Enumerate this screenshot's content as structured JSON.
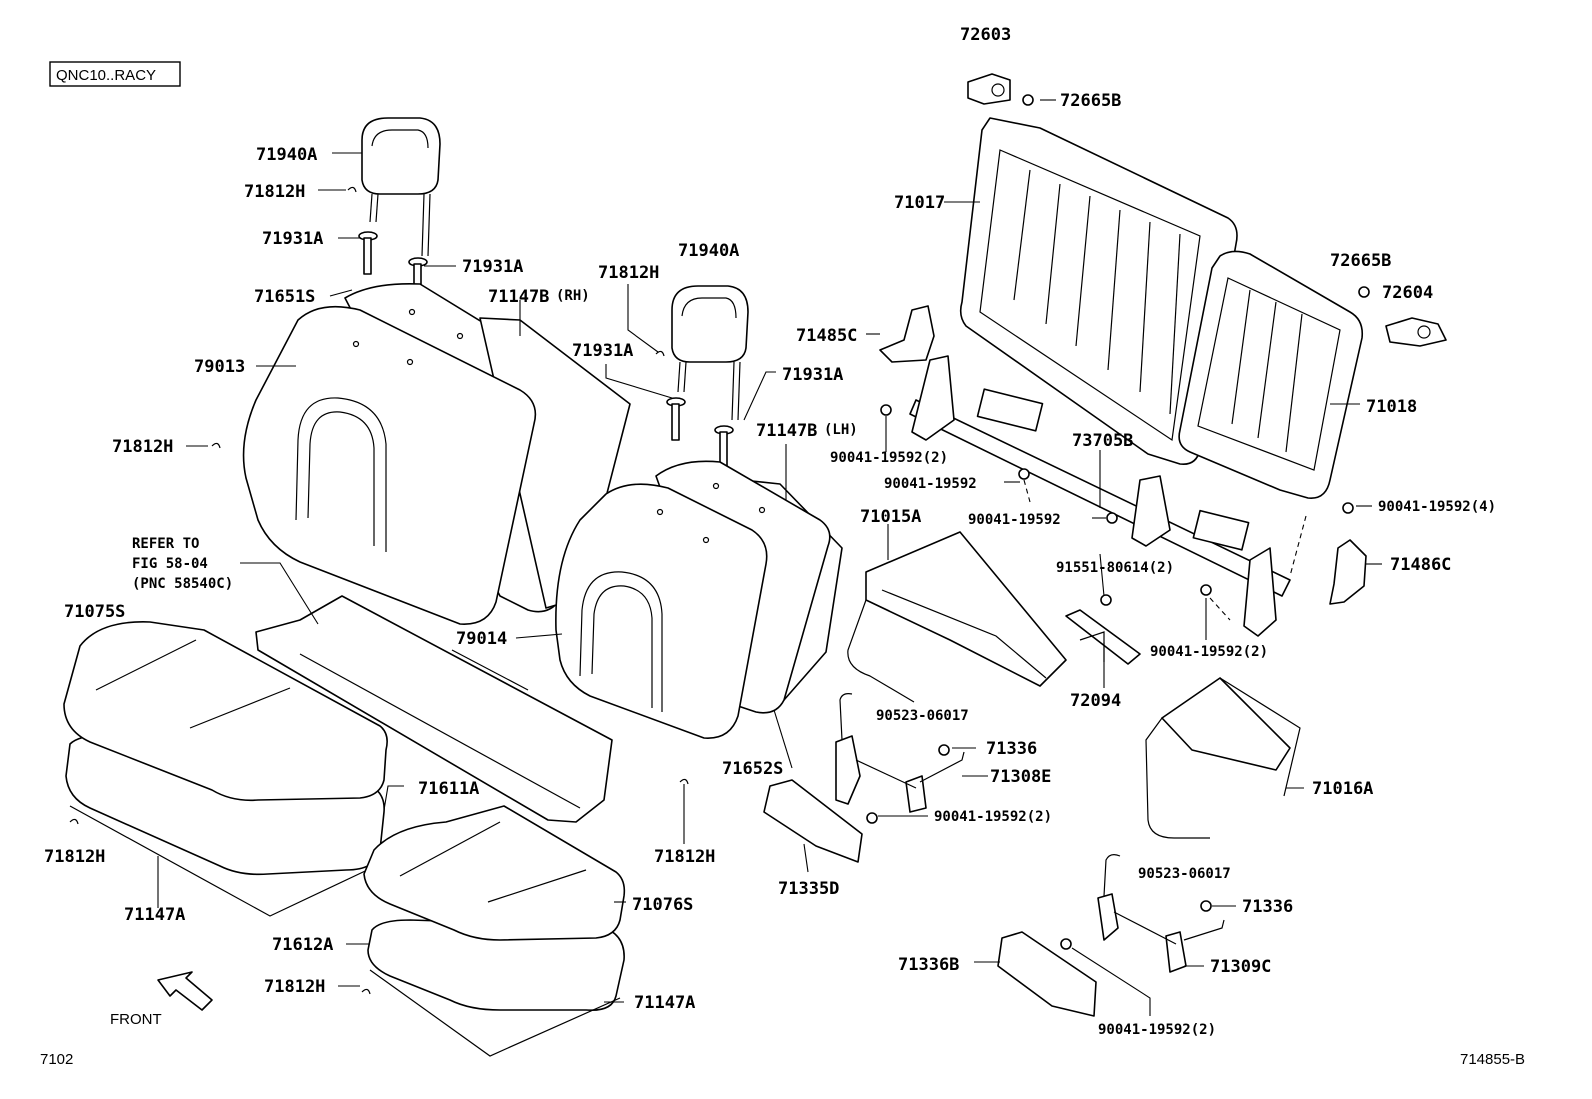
{
  "model_box": "QNC10..RACY",
  "figure_no": "7102",
  "drawing_id": "714855-B",
  "front_label": "FRONT",
  "refer": {
    "line1": "REFER TO",
    "line2": "FIG 58-04",
    "line3": "(PNC 58540C)"
  },
  "labels": {
    "l72603": "72603",
    "l72665b_a": "72665B",
    "l71940a_a": "71940A",
    "l71812h_a": "71812H",
    "l71931a_a": "71931A",
    "l71931a_b": "71931A",
    "l71651s": "71651S",
    "l71147b_rh": "71147B",
    "l71147b_rh_sfx": "(RH)",
    "l79013": "79013",
    "l71812h_b": "71812H",
    "l71940a_b": "71940A",
    "l71812h_c": "71812H",
    "l71931a_c": "71931A",
    "l71931a_d": "71931A",
    "l71147b_lh": "71147B",
    "l71147b_lh_sfx": "(LH)",
    "l71017": "71017",
    "l71485c": "71485C",
    "l72665b_b": "72665B",
    "l72604": "72604",
    "l71018": "71018",
    "l73705b": "73705B",
    "l90041_a": "90041-19592(2)",
    "l90041_b": "90041-19592",
    "l90041_c": "90041-19592",
    "l90041_d": "90041-19592(4)",
    "l71486c": "71486C",
    "l71015a": "71015A",
    "l91551": "91551-80614(2)",
    "l90041_e": "90041-19592(2)",
    "l72094": "72094",
    "l71075s": "71075S",
    "l79014": "79014",
    "l90523_a": "90523-06017",
    "l71336_a": "71336",
    "l71308e": "71308E",
    "l71652s": "71652S",
    "l71611a": "71611A",
    "l90041_f": "90041-19592(2)",
    "l71016a": "71016A",
    "l71812h_d": "71812H",
    "l71812h_e": "71812H",
    "l71147a_a": "71147A",
    "l71335d": "71335D",
    "l90523_b": "90523-06017",
    "l71336_b": "71336",
    "l71076s": "71076S",
    "l71612a": "71612A",
    "l71336b": "71336B",
    "l71309c": "71309C",
    "l71812h_f": "71812H",
    "l71147a_b": "71147A",
    "l90041_g": "90041-19592(2)"
  }
}
